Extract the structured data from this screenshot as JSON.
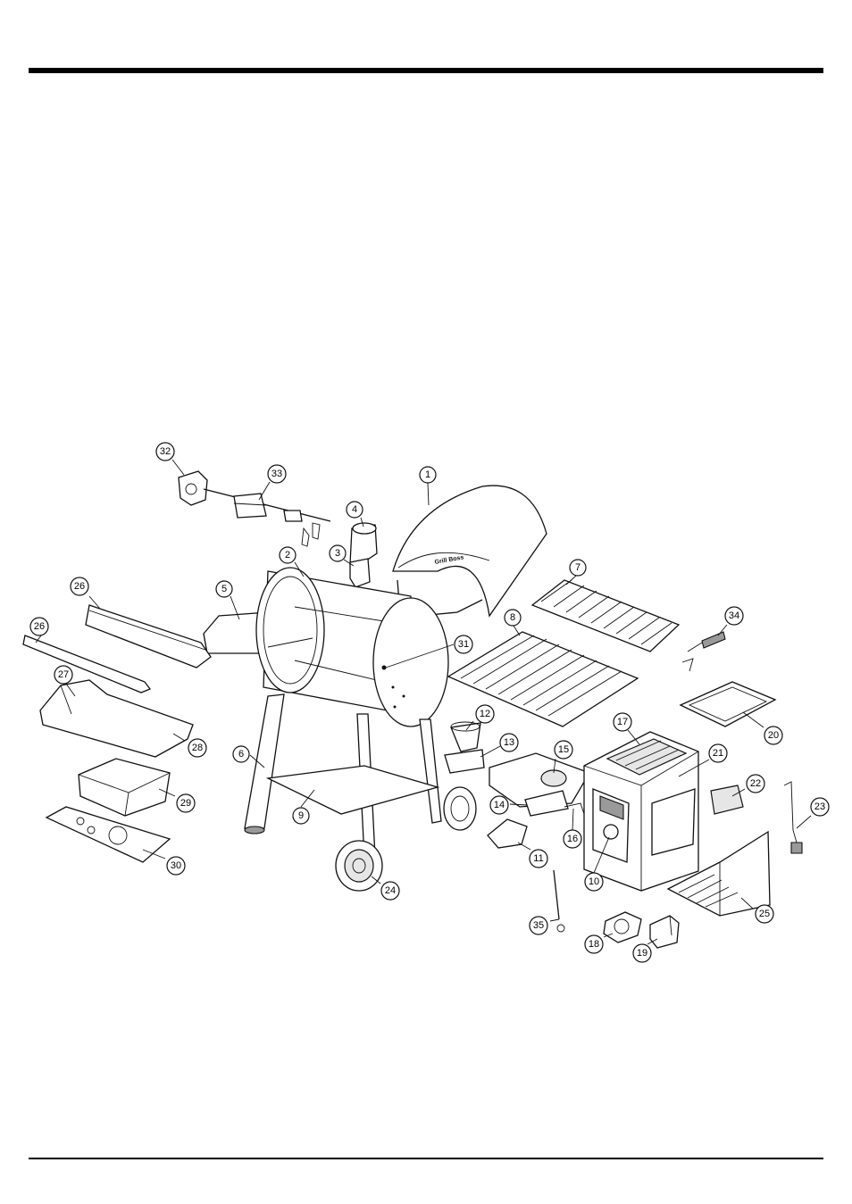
{
  "callouts": [
    {
      "label": "1"
    },
    {
      "label": "2"
    },
    {
      "label": "3"
    },
    {
      "label": "4"
    },
    {
      "label": "5"
    },
    {
      "label": "6"
    },
    {
      "label": "7"
    },
    {
      "label": "8"
    },
    {
      "label": "9"
    },
    {
      "label": "10"
    },
    {
      "label": "11"
    },
    {
      "label": "12"
    },
    {
      "label": "13"
    },
    {
      "label": "14"
    },
    {
      "label": "15"
    },
    {
      "label": "16"
    },
    {
      "label": "17"
    },
    {
      "label": "18"
    },
    {
      "label": "19"
    },
    {
      "label": "20"
    },
    {
      "label": "21"
    },
    {
      "label": "22"
    },
    {
      "label": "23"
    },
    {
      "label": "24"
    },
    {
      "label": "25"
    },
    {
      "label": "26"
    },
    {
      "label": "26"
    },
    {
      "label": "27"
    },
    {
      "label": "28"
    },
    {
      "label": "29"
    },
    {
      "label": "30"
    },
    {
      "label": "31"
    },
    {
      "label": "32"
    },
    {
      "label": "33"
    },
    {
      "label": "34"
    },
    {
      "label": "35"
    }
  ],
  "lid_logo": "Grill Boss"
}
